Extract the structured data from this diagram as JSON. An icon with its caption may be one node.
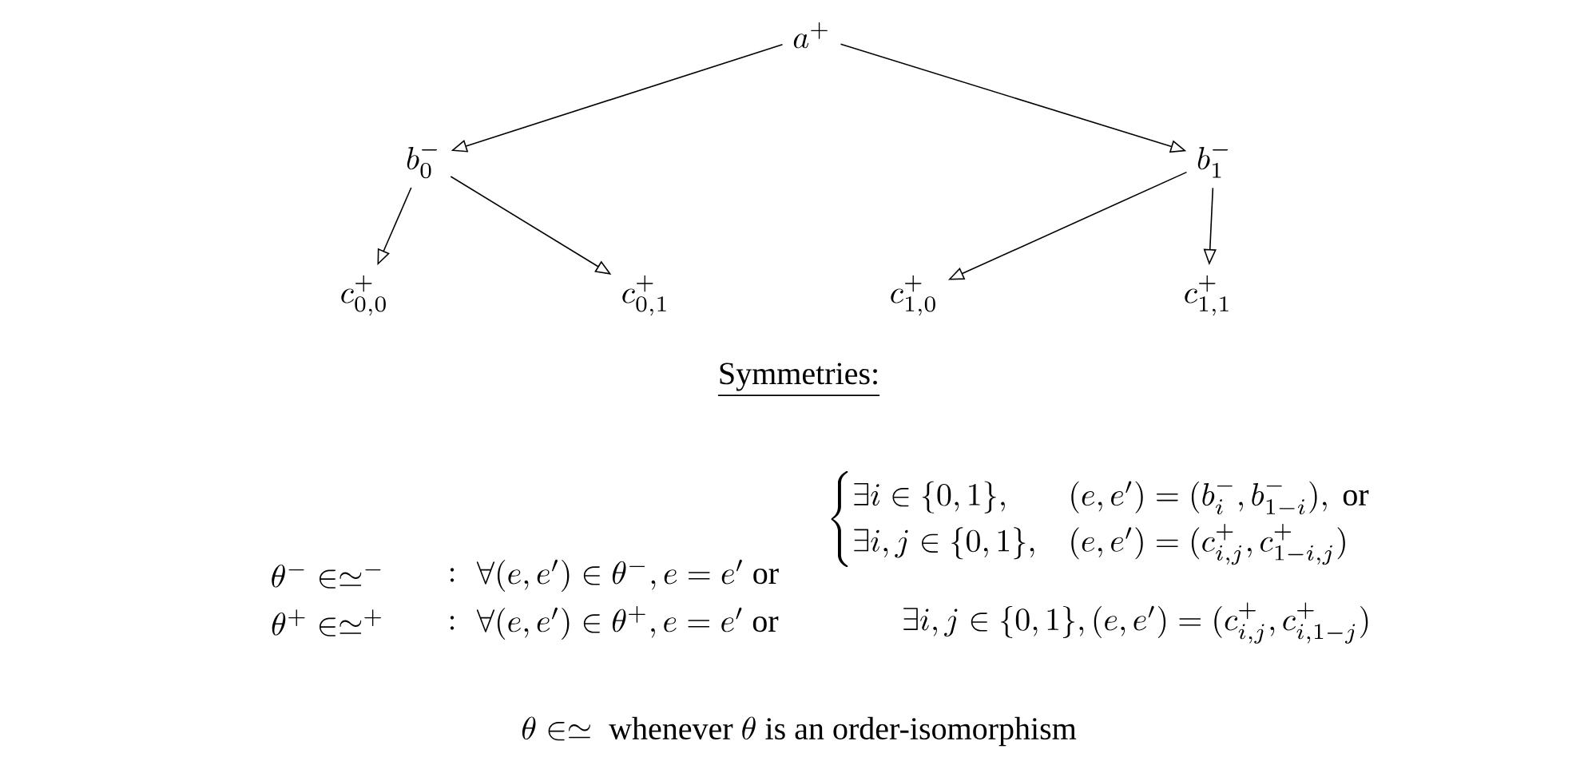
{
  "diagram": {
    "nodes": [
      {
        "text": [
          "a^+"
        ]
      },
      {
        "text": [
          "b_0^-"
        ]
      },
      {
        "text": [
          "b_1^-"
        ]
      },
      {
        "text": [
          "c_{0,0}^+"
        ]
      },
      {
        "text": [
          "c_{0,1}^+"
        ]
      },
      {
        "text": [
          "c_{1,0}^+"
        ]
      },
      {
        "text": [
          "c_{1,1}^+"
        ]
      }
    ],
    "edges": [
      {
        "from": 0,
        "to": 1,
        "arrow": "to"
      },
      {
        "from": 0,
        "to": 2,
        "arrow": "to"
      },
      {
        "from": 1,
        "to": 3,
        "arrow": "to"
      },
      {
        "from": 1,
        "to": 4,
        "arrow": "to"
      },
      {
        "from": 2,
        "to": 5,
        "arrow": "to"
      },
      {
        "from": 2,
        "to": 6,
        "arrow": "to"
      }
    ],
    "labels": [
      "Symmetries:",
      "\\theta^- \\in \\simeq^-",
      ":",
      "\\forall (e,e') \\in \\theta^-, e = e' \\text{ or }",
      "\\begin{cases} \\exists i \\in \\{0,1\\}, & (e,e') = (b_i^-, b_{1-i}^-), \\text{ or} \\\\ \\exists i,j \\in \\{0,1\\}, & (e,e') = (c_{i,j}^+, c_{1-i,j}^+) \\end{cases}",
      "\\theta^+ \\in \\simeq^+",
      ":",
      "\\forall (e,e') \\in \\theta^+, e = e' \\text{ or }",
      "\\exists i,j \\in \\{0,1\\}, (e,e') = (c_{i,j}^+, c_{i,1-j}^+)",
      "\\theta \\in \\simeq \\text{ whenever } \\theta \\text{ is an order-isomorphism}"
    ]
  }
}
